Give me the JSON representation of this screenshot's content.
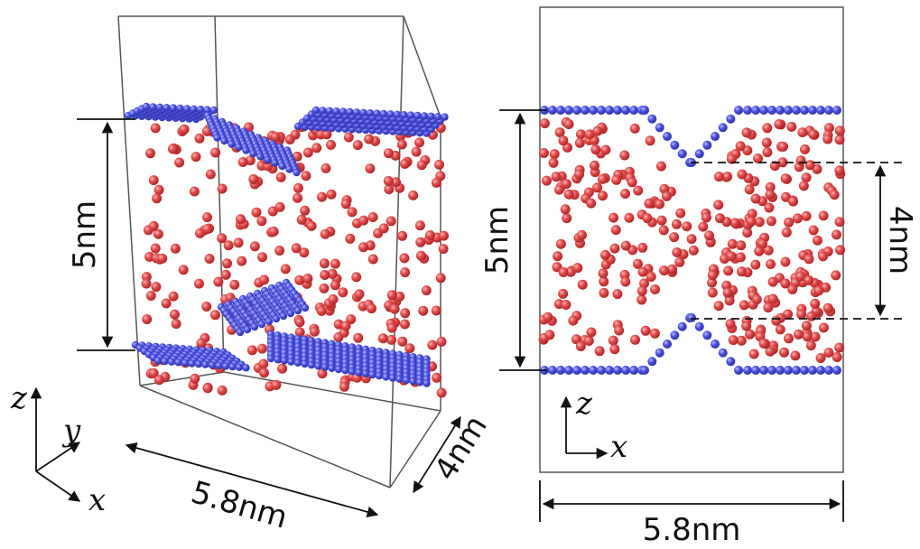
{
  "left_panel": {
    "height_label": "5nm",
    "width_label": "5.8nm",
    "depth_label": "4nm",
    "axis_labels": {
      "z": "z",
      "y": "y",
      "x": "x"
    }
  },
  "right_panel": {
    "height_label": "5nm",
    "gap_label": "4nm",
    "width_label": "5.8nm",
    "axis_labels": {
      "z": "z",
      "x": "x"
    }
  },
  "colors": {
    "blue_atoms": "#4a56e0",
    "red_atoms": "#e35555",
    "box_lines": "#555555"
  }
}
